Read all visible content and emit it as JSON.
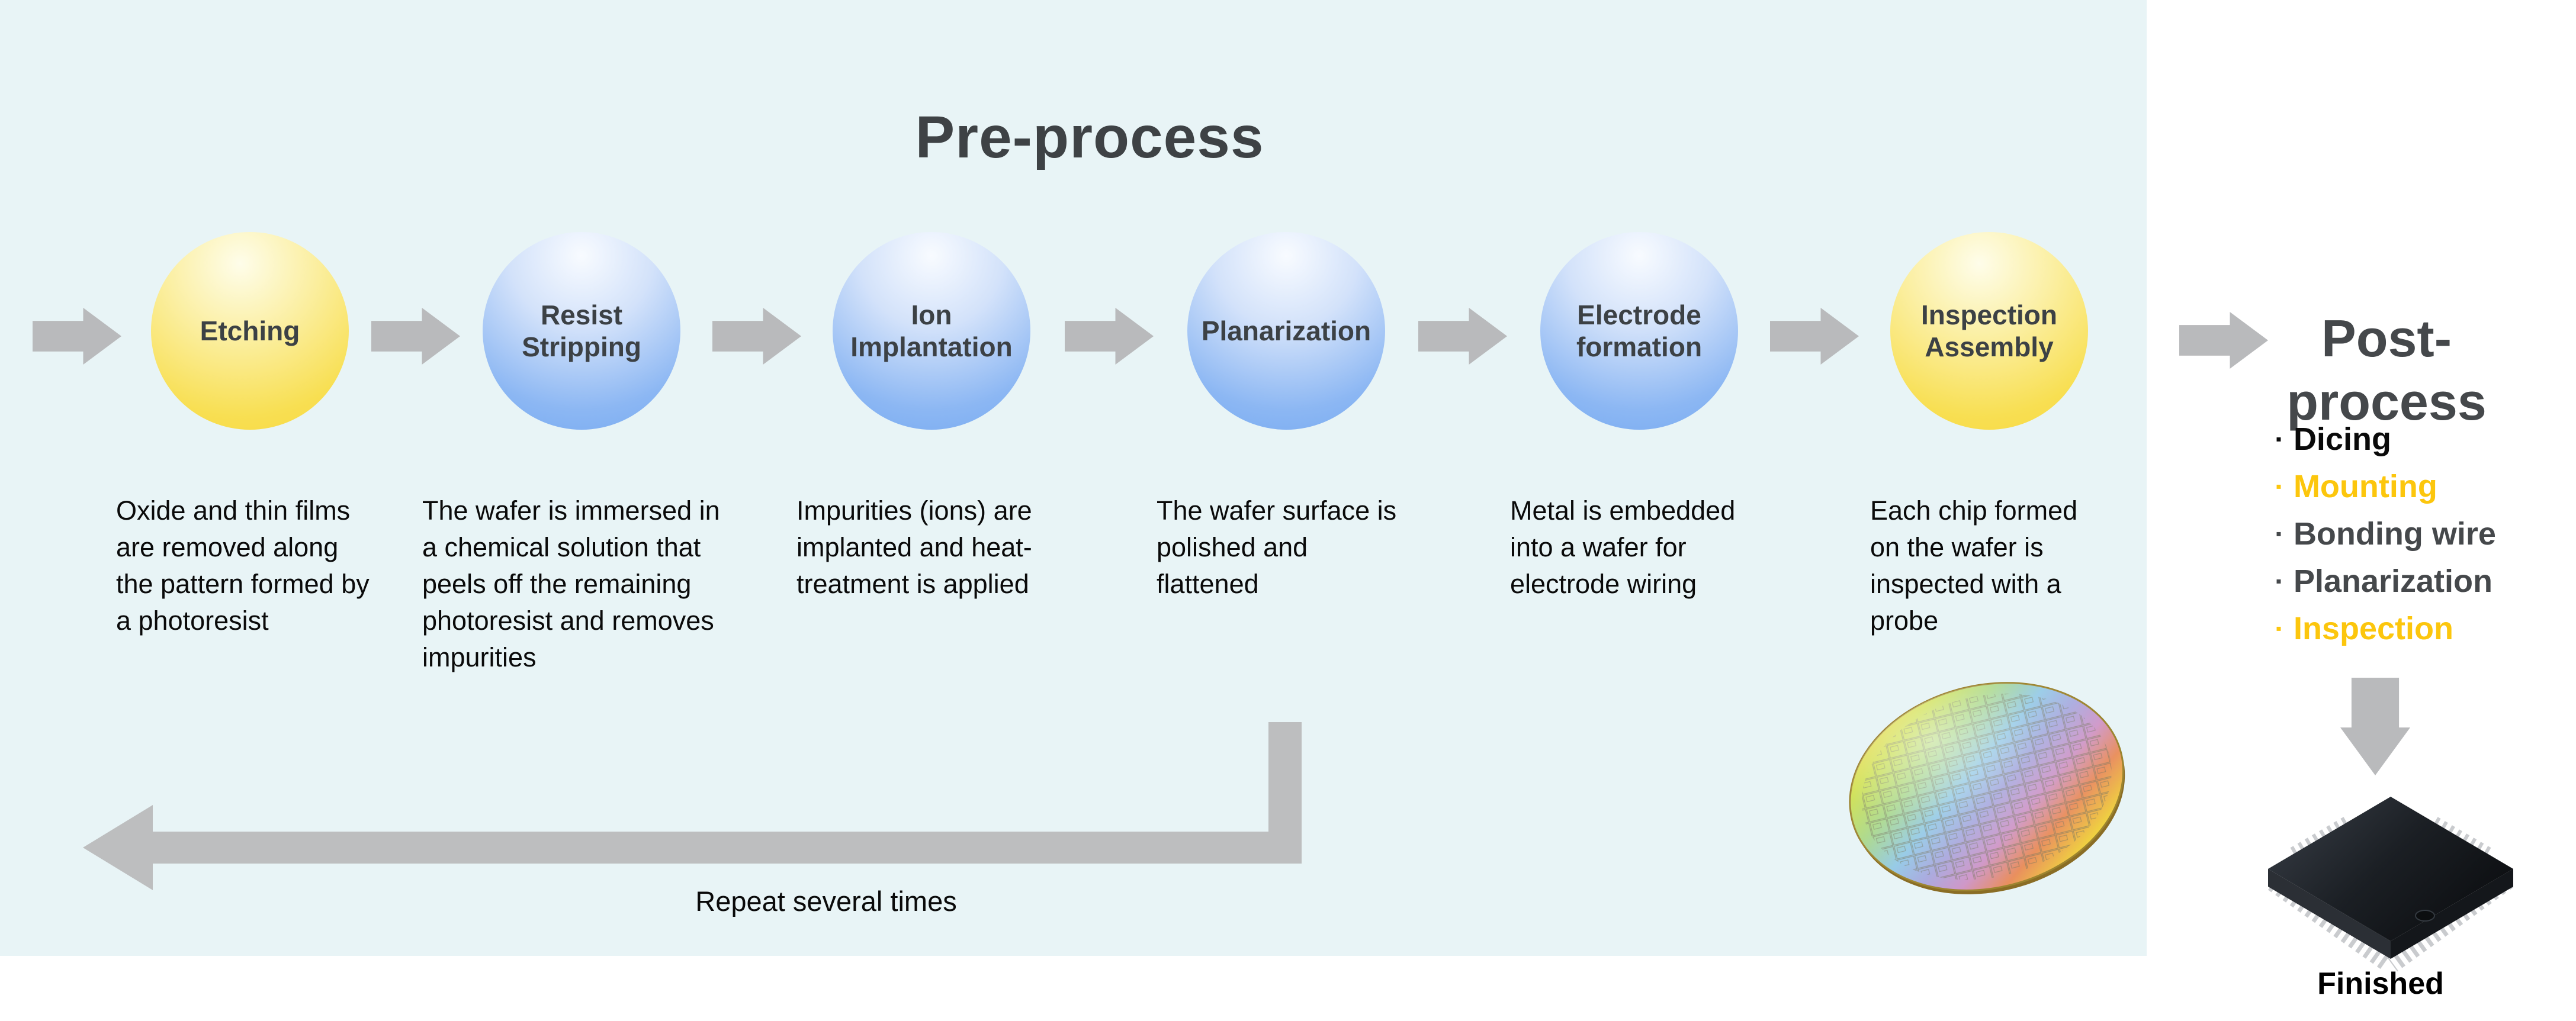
{
  "pre_process": {
    "title": "Pre-process",
    "steps": [
      {
        "label": "Etching",
        "color": "yellow",
        "description": "Oxide and thin films are removed along the pattern formed by a photoresist"
      },
      {
        "label": "Resist Stripping",
        "color": "blue",
        "description": "The wafer is immersed in a chemical solution that peels off the remaining photoresist and removes impurities"
      },
      {
        "label": "Ion Implantation",
        "color": "blue",
        "description": "Impurities (ions) are implanted and heat-treatment is applied"
      },
      {
        "label": "Planarization",
        "color": "blue",
        "description": "The wafer surface is polished and flattened"
      },
      {
        "label": "Electrode formation",
        "color": "blue",
        "description": "Metal is embedded into a wafer for electrode wiring"
      },
      {
        "label": "Inspection Assembly",
        "color": "yellow",
        "description": "Each chip formed on the wafer is inspected with a probe"
      }
    ],
    "repeat_label": "Repeat several times"
  },
  "post_process": {
    "title": "Post-process",
    "bullet": "▪",
    "items": [
      {
        "label": "Dicing",
        "color": "#0a0a0a"
      },
      {
        "label": "Mounting",
        "color": "#fcc60d"
      },
      {
        "label": "Bonding wire",
        "color": "#45484b"
      },
      {
        "label": "Planarization",
        "color": "#45484b"
      },
      {
        "label": "Inspection",
        "color": "#fcc60d"
      }
    ],
    "finished_label": "Finished"
  },
  "colors": {
    "panel_background": "#e8f4f6",
    "arrow_gray": "#b9babc",
    "accent_yellow": "#fcc60d",
    "circle_yellow": "#f5d02b",
    "circle_blue": "#5d9bf0",
    "dark_text": "#3e4245"
  }
}
